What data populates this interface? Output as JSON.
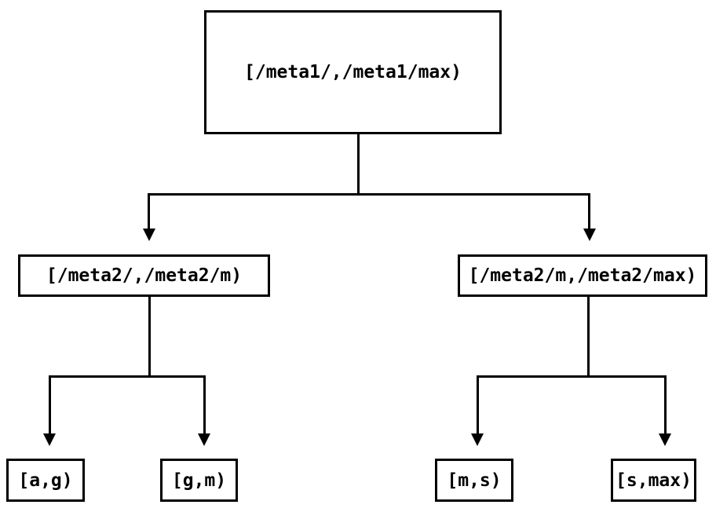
{
  "diagram": {
    "type": "tree",
    "orientation": "top-down",
    "background_color": "#ffffff",
    "stroke_color": "#000000",
    "text_color": "#000000",
    "nodes": [
      {
        "id": "root",
        "label": "[/meta1/,/meta1/max)",
        "level": 0
      },
      {
        "id": "meta2-low",
        "label": "[/meta2/,/meta2/m)",
        "level": 1
      },
      {
        "id": "meta2-high",
        "label": "[/meta2/m,/meta2/max)",
        "level": 1
      },
      {
        "id": "leaf-ag",
        "label": "[a,g)",
        "level": 2
      },
      {
        "id": "leaf-gm",
        "label": "[g,m)",
        "level": 2
      },
      {
        "id": "leaf-ms",
        "label": "[m,s)",
        "level": 2
      },
      {
        "id": "leaf-smax",
        "label": "[s,max)",
        "level": 2
      }
    ],
    "edges": [
      {
        "from": "root",
        "to": "meta2-low"
      },
      {
        "from": "root",
        "to": "meta2-high"
      },
      {
        "from": "meta2-low",
        "to": "leaf-ag"
      },
      {
        "from": "meta2-low",
        "to": "leaf-gm"
      },
      {
        "from": "meta2-high",
        "to": "leaf-ms"
      },
      {
        "from": "meta2-high",
        "to": "leaf-smax"
      }
    ]
  }
}
